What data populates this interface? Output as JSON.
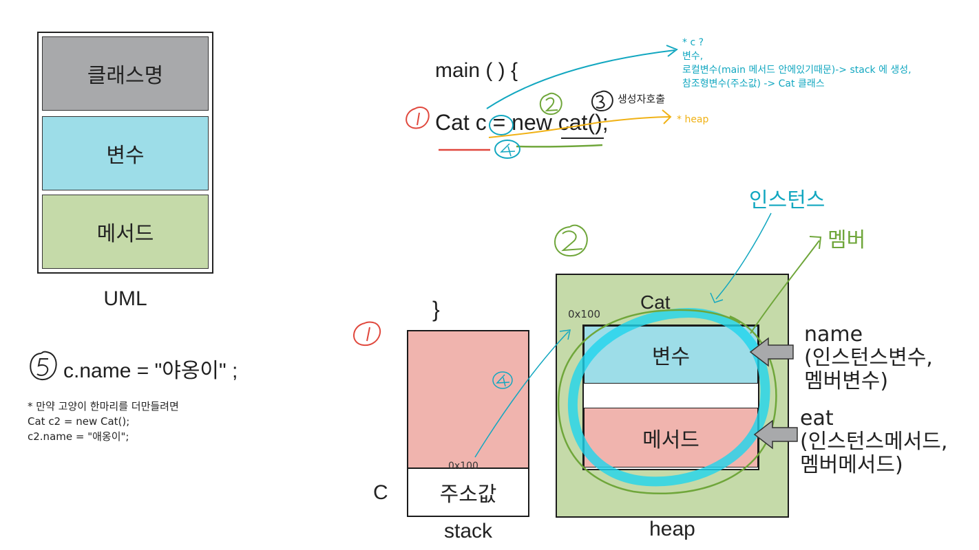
{
  "uml": {
    "class_section": "클래스명",
    "vars_section": "변수",
    "methods_section": "메서드",
    "label": "UML"
  },
  "code": {
    "main_line": "main ( ) {",
    "cat_line": "Cat c = new cat();",
    "close_brace": "}",
    "assign_line": "c.name = \"야옹이\" ;",
    "note_lines": [
      "* 만약 고양이 한마리를 더만들려면",
      "Cat c2 = new Cat();",
      "c2.name = \"애옹이\";"
    ]
  },
  "annotations": {
    "c_note": [
      "* c ?",
      "변수,",
      "로컬변수(main 메서드 안에있기때문)-> stack 에 생성,",
      "참조형변수(주소값) ->  Cat 클래스"
    ],
    "heap_note": "* heap",
    "constructor_note": "생성자호출",
    "instance_label": "인스턴스",
    "member_label": "멤버",
    "markers": [
      "1",
      "2",
      "3",
      "4",
      "5"
    ]
  },
  "memory": {
    "stack_label": "stack",
    "stack_cell": "주소값",
    "stack_address": "0x100",
    "var_name": "C",
    "heap_label": "heap",
    "heap_address": "0x100",
    "class_name": "Cat",
    "vars_box": "변수",
    "methods_box": "메서드",
    "name_label": [
      "name",
      "(인스턴스변수,",
      "멤버변수)"
    ],
    "eat_label": [
      "eat",
      "(인스턴스메서드,",
      "멤버메서드)"
    ]
  },
  "colors": {
    "uml_class": "#a8a9ab",
    "vars": "#9ddde8",
    "methods_uml": "#c5daa9",
    "methods_heap": "#f0b4ae",
    "heap": "#c5daa9",
    "stack": "#f0b4ae",
    "annot_cyan": "#12a7c0",
    "annot_green": "#6fa63a",
    "annot_yellow": "#f0b114",
    "annot_red": "#e0473c",
    "highlight_cyan": "#1fd5ec"
  }
}
